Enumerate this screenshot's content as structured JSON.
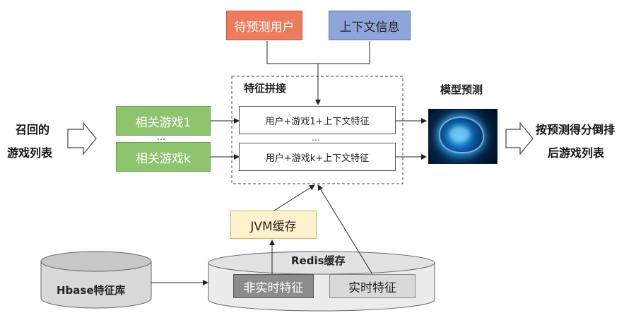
{
  "inputs": {
    "users": "待预测用户",
    "context": "上下文信息"
  },
  "feature_concat": {
    "title": "特征拼接",
    "rows": [
      "用户+游戏1+上下文特征",
      "用户+游戏k+上下文特征"
    ],
    "ellipsis": "…"
  },
  "recall": {
    "label_line1": "召回的",
    "label_line2": "游戏列表",
    "games": [
      "相关游戏1",
      "相关游戏k"
    ],
    "ellipsis": "…"
  },
  "model": {
    "title": "模型预测"
  },
  "output": {
    "line1": "按预测得分倒排",
    "line2": "后游戏列表"
  },
  "jvm_cache": "JVM缓存",
  "redis": {
    "title": "Redis缓存",
    "non_realtime": "非实时特征",
    "realtime": "实时特征"
  },
  "hbase": "Hbase特征库",
  "colors": {
    "orange": "#ee7c5c",
    "blue": "#8ea5d9",
    "green": "#8ec46e",
    "cream": "#fff2cc",
    "dark_gray": "#8c8c8c",
    "light_gray": "#d9d9d9"
  }
}
